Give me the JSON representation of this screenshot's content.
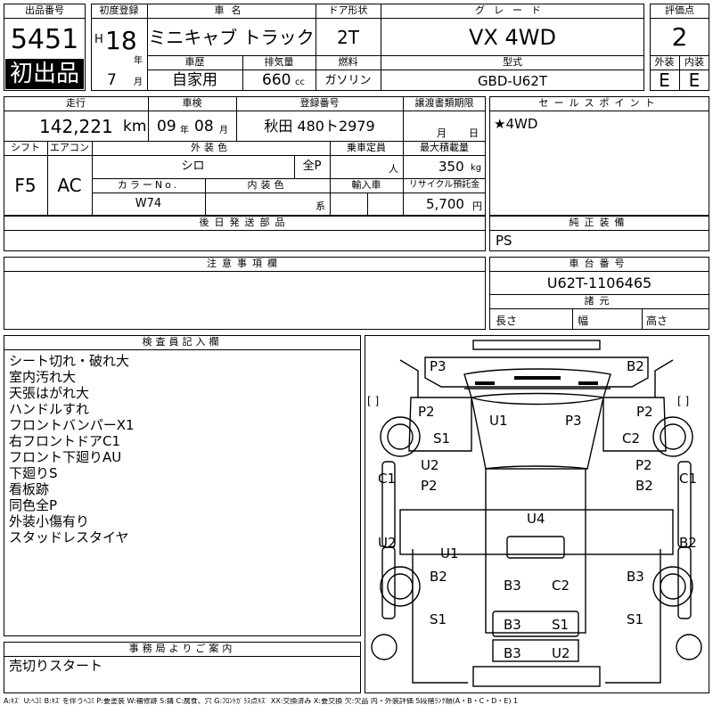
{
  "header": {
    "lot_number_label": "出品番号",
    "lot_number": "5451",
    "first_listing": "初出品",
    "first_reg_label": "初度登録",
    "era": "H",
    "year": "18",
    "year_unit": "年",
    "month": "7",
    "month_unit": "月",
    "car_name_label": "車名",
    "car_name": "ミニキャブ トラック",
    "door_label": "ドア形状",
    "door": "2T",
    "grade_label": "グレード",
    "grade": "VX 4WD",
    "score_label": "評価点",
    "score": "2",
    "history_label": "車歴",
    "history": "自家用",
    "displacement_label": "排気量",
    "displacement": "660",
    "displacement_unit": "cc",
    "fuel_label": "燃料",
    "fuel": "ガソリン",
    "model_label": "型式",
    "model": "GBD-U62T",
    "ext_label": "外装",
    "ext_grade": "E",
    "int_label": "内装",
    "int_grade": "E"
  },
  "row2": {
    "mileage_label": "走行",
    "mileage": "142,221",
    "mileage_unit": "km",
    "inspection_label": "車検",
    "inspection_year": "09",
    "inspection_year_unit": "年",
    "inspection_month": "08",
    "inspection_month_unit": "月",
    "plate_label": "登録番号",
    "plate": "秋田 480ト2979",
    "transfer_label": "譲渡書類期限",
    "transfer_month_unit": "月",
    "transfer_day_unit": "日",
    "sales_label": "セールスポイント",
    "sales_point": "★4WD"
  },
  "row3": {
    "shift_label": "シフト",
    "shift": "F5",
    "ac_label": "エアコン",
    "ac": "AC",
    "exterior_color_label": "外装色",
    "exterior_color": "シロ",
    "all_paint": "全P",
    "capacity_label": "乗車定員",
    "capacity_unit": "人",
    "max_load_label": "最大積載量",
    "max_load": "350",
    "max_load_unit": "kg",
    "color_no_label": "カラーNo.",
    "color_no": "W74",
    "interior_color_label": "内装色",
    "interior_unit": "系",
    "import_label": "輸入車",
    "recycle_label": "リサイクル預託金",
    "recycle": "5,700",
    "recycle_unit": "円"
  },
  "parts": {
    "later_parts_label": "後日発送部品",
    "genuine_label": "純正装備",
    "genuine": "PS"
  },
  "notes": {
    "caution_label": "注意事項欄",
    "chassis_label": "車台番号",
    "chassis": "U62T-1106465",
    "dims_label": "諸元",
    "length_label": "長さ",
    "width_label": "幅",
    "height_label": "高さ"
  },
  "inspector": {
    "label": "検査員記入欄",
    "lines": [
      "シート切れ・破れ大",
      "室内汚れ大",
      "天張はがれ大",
      "ハンドルすれ",
      "フロントバンパーX1",
      "右フロントドアC1",
      "フロント下廻りAU",
      "下廻りS",
      "看板跡",
      "同色全P",
      "外装小傷有り",
      "スタッドレスタイヤ"
    ]
  },
  "office": {
    "label": "事務局よりご案内",
    "text": "売切りスタート"
  },
  "diagram": {
    "codes": [
      "P3",
      "B2",
      "P2",
      "U1",
      "P3",
      "P2",
      "S1",
      "C2",
      "U2",
      "P2",
      "C1",
      "P2",
      "B2",
      "C1",
      "U4",
      "U2",
      "U1",
      "B2",
      "B2",
      "B3",
      "C2",
      "B3",
      "S1",
      "B3",
      "S1",
      "S1",
      "B3",
      "U2"
    ],
    "bracket_left": "[  ]",
    "bracket_right": "[  ]"
  },
  "legend": "A:ｷｽﾞ U:ﾍｺﾐ B:ｷｽﾞを伴うﾍｺﾐ P:要塗装 W:補修跡 S:錆 C:腐食、穴 G:ﾌﾛﾝﾄｶﾞﾗｽ点ｷｽﾞ XX:交換済み X:要交換 欠:欠品 内・外装評価 5段階ﾗﾝｸ順(A・B・C・D・E) 1"
}
